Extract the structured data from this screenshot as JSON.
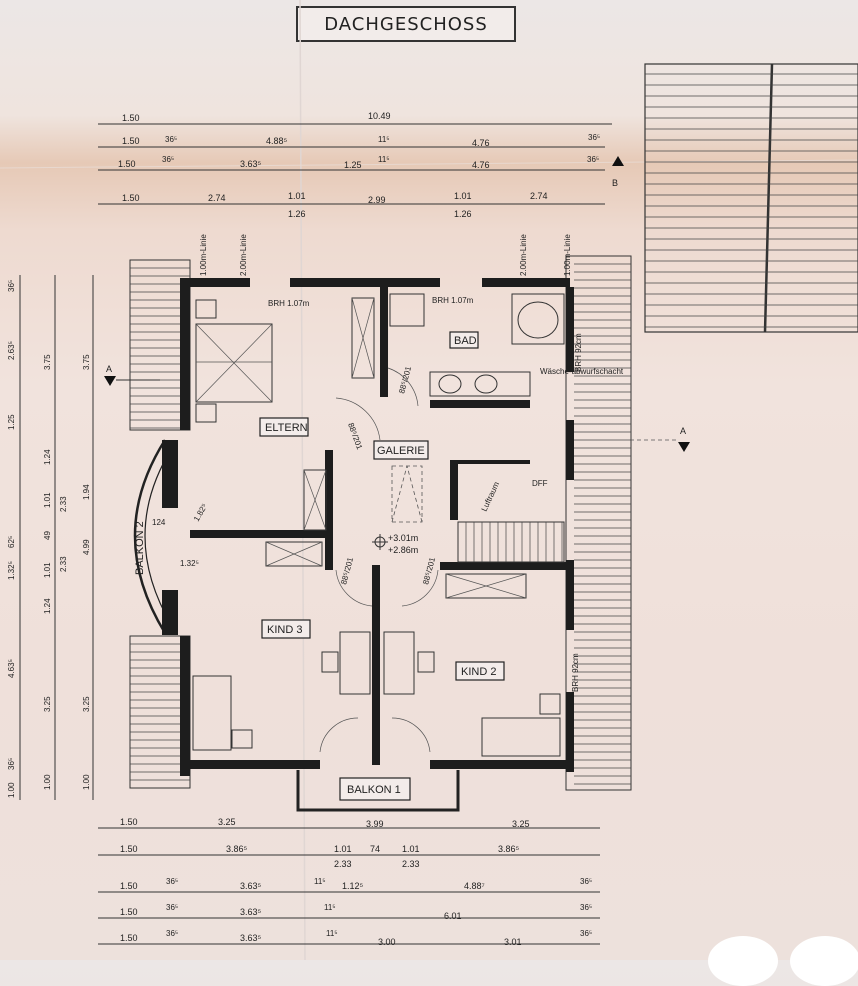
{
  "title": "DACHGESCHOSS",
  "rooms": {
    "eltern": "ELTERN",
    "bad": "BAD",
    "galerie": "GALERIE",
    "kind3": "KIND 3",
    "kind2": "KIND 2",
    "balkon1": "BALKON 1",
    "balkon2": "BALKON 2",
    "luftraum": "Luftraum",
    "dfb": "DFF",
    "waesche": "Wäsche-abwurfschacht"
  },
  "notes": {
    "brh_left": "BRH 1.07m",
    "brh_right": "BRH 1.07m",
    "brh_bad": "BRH 92cm",
    "brh_kind2": "BRH 92cm",
    "linie_100_l": "1.00m-Linie",
    "linie_200_l": "2.00m-Linie",
    "linie_200_r": "2.00m-Linie",
    "linie_100_r": "1.00m-Linie",
    "height_1": "+3.01m",
    "height_2": "+2.86m",
    "door_1": "88⁵/201",
    "door_2": "88⁵/201",
    "door_3": "88⁵/201",
    "door_4": "88⁵/201",
    "section_a_left": "A",
    "section_a_right": "A",
    "section_b": "B",
    "balkon2_dim_1": "1.82⁵",
    "balkon2_dim_2": "1.32⁵",
    "balkon2_dim_3": "124"
  },
  "dims_top": {
    "row1": [
      "1.50",
      "10.49"
    ],
    "row2": [
      "1.50",
      "36⁵",
      "4.88⁵",
      "11⁵",
      "4.76",
      "36⁵"
    ],
    "row3": [
      "1.50",
      "36⁵",
      "3.63⁵",
      "1.25",
      "11⁵",
      "4.76",
      "36⁵"
    ],
    "row4": [
      "1.50",
      "2.74",
      "1.01",
      "2.99",
      "1.01",
      "2.74"
    ],
    "row4_sub": [
      "1.26",
      "1.26"
    ]
  },
  "dims_bottom": {
    "row1": [
      "1.50",
      "3.25",
      "3.99",
      "3.25"
    ],
    "row2": [
      "1.50",
      "3.86⁵",
      "1.01",
      "74",
      "1.01",
      "3.86⁵"
    ],
    "row2_sub": [
      "2.33",
      "2.33"
    ],
    "row3": [
      "1.50",
      "36⁵",
      "3.63⁵",
      "11⁵",
      "1.12⁵",
      "4.88⁷",
      "36⁵"
    ],
    "row4": [
      "1.50",
      "36⁵",
      "3.63⁵",
      "11⁵",
      "6.01",
      "36⁵"
    ],
    "row5": [
      "1.50",
      "36⁵",
      "3.63⁵",
      "11⁵",
      "3.00",
      "3.01",
      "36⁵"
    ]
  },
  "dims_left": {
    "col1": [
      "36⁵",
      "2.63⁵",
      "1.25",
      "62⁵",
      "1.32⁵",
      "4.63⁵",
      "1.00",
      "36⁵"
    ],
    "col2": [
      "3.75",
      "1.24",
      "1.01",
      "2.33",
      "49",
      "1.01",
      "2.33",
      "1.24",
      "3.25",
      "1.00"
    ],
    "col3": [
      "3.75",
      "1.94",
      "4.99",
      "3.25",
      "1.00"
    ]
  },
  "colors": {
    "wall": "#1d1d1d",
    "paper": "#efe2dc",
    "stain": "#e4c3ae"
  }
}
